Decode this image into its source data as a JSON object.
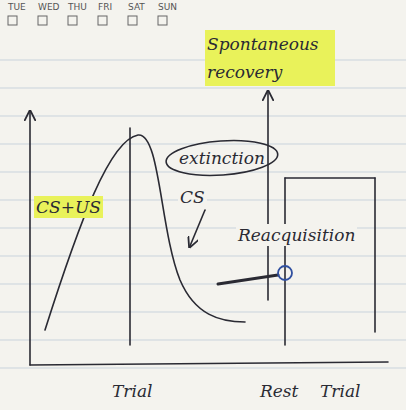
{
  "diagram": {
    "nodes": [
      {
        "text": [
          "extinction"
        ]
      }
    ],
    "labels": [
      "TUE",
      "WED",
      "THU",
      "FRI",
      "SAT",
      "SUN",
      "Spontaneous recovery",
      "CS+US",
      "CS",
      "Reacquisition",
      "Trial",
      "Rest",
      "Trial"
    ]
  }
}
